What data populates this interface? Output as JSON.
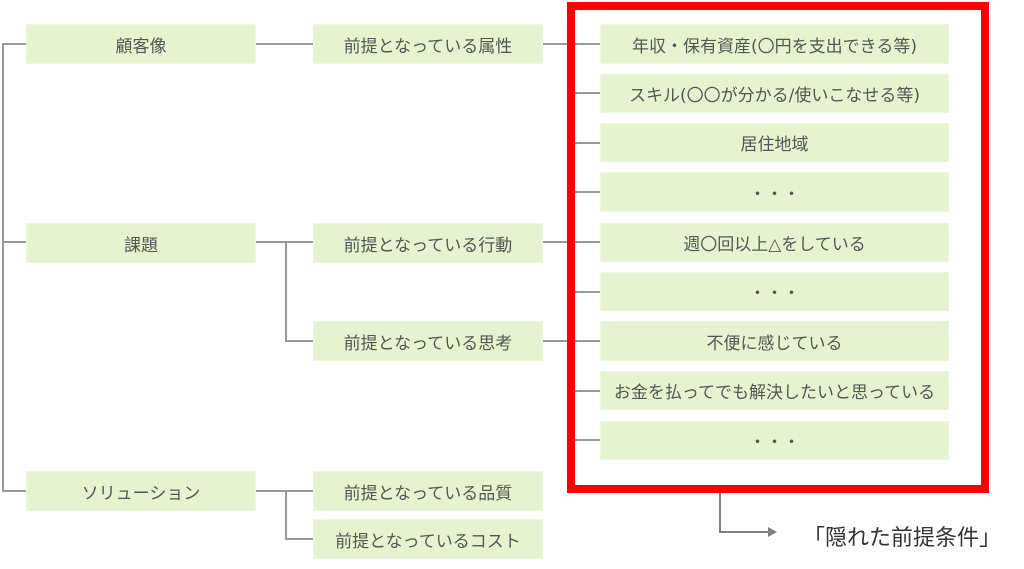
{
  "diagram": {
    "level1": [
      {
        "label": "顧客像"
      },
      {
        "label": "課題"
      },
      {
        "label": "ソリューション"
      }
    ],
    "level2": [
      {
        "label": "前提となっている属性",
        "parent": "顧客像"
      },
      {
        "label": "前提となっている行動",
        "parent": "課題"
      },
      {
        "label": "前提となっている思考",
        "parent": "課題"
      },
      {
        "label": "前提となっている品質",
        "parent": "ソリューション"
      },
      {
        "label": "前提となっているコスト",
        "parent": "ソリューション"
      }
    ],
    "level3": [
      {
        "label": "年収・保有資産(〇円を支出できる等)",
        "parent": "前提となっている属性"
      },
      {
        "label": "スキル(〇〇が分かる/使いこなせる等)",
        "parent": "前提となっている属性"
      },
      {
        "label": "居住地域",
        "parent": "前提となっている属性"
      },
      {
        "label": "・・・",
        "parent": "前提となっている属性"
      },
      {
        "label": "週〇回以上△をしている",
        "parent": "前提となっている行動"
      },
      {
        "label": "・・・",
        "parent": "前提となっている行動"
      },
      {
        "label": "不便に感じている",
        "parent": "前提となっている思考"
      },
      {
        "label": "お金を払ってでも解決したいと思っている",
        "parent": "前提となっている思考"
      },
      {
        "label": "・・・",
        "parent": "前提となっている思考"
      }
    ],
    "highlight": {
      "color": "#ff0000",
      "callout": "「隠れた前提条件」"
    },
    "node_color": "#e5f4ce",
    "line_color": "#9a9a9a"
  }
}
